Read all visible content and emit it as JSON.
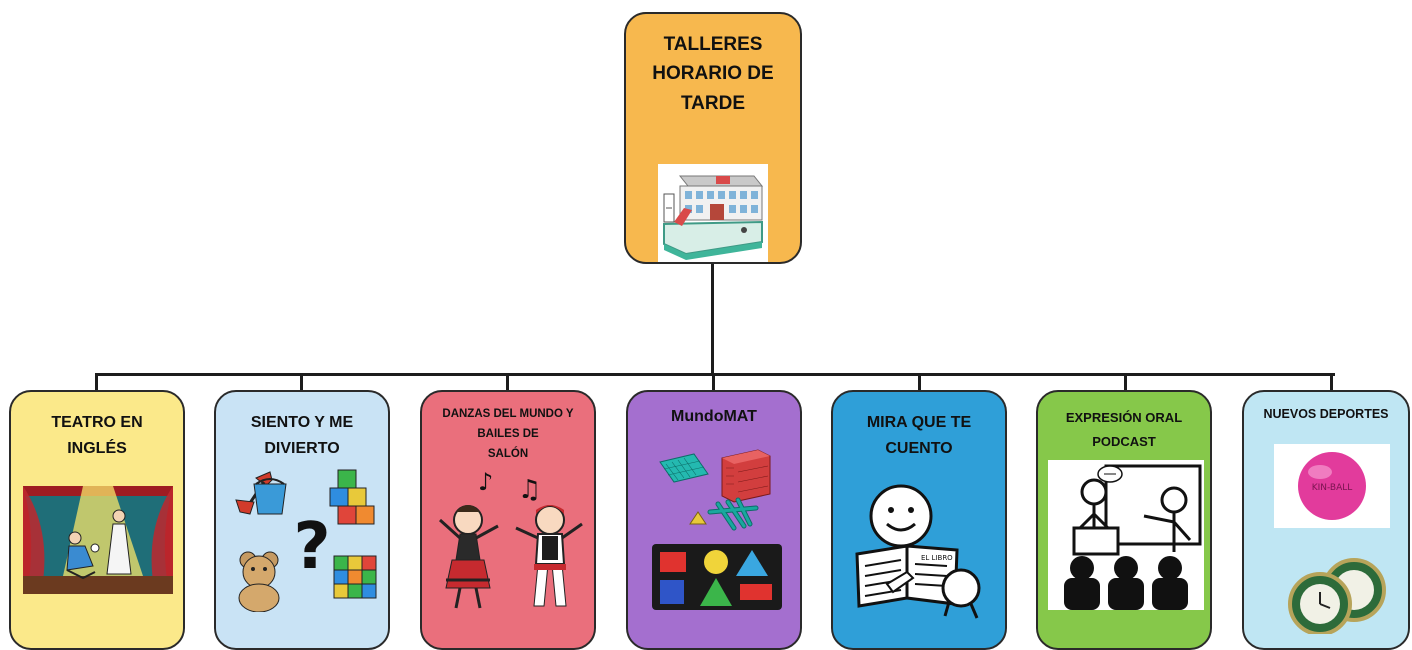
{
  "root": {
    "title": "TALLERES\nHORARIO DE\nTARDE",
    "color": "#f7b84e",
    "picture": "school-building-icon"
  },
  "workshops": [
    {
      "title": "TEATRO EN\nINGLÉS",
      "color": "#fbe98a",
      "picture": "theater-stage-icon"
    },
    {
      "title": "SIENTO Y ME\nDIVIERTO",
      "color": "#c9e3f5",
      "picture": "toys-question-icon"
    },
    {
      "title": "DANZAS DEL MUNDO Y\nBAILES DE\nSALÓN",
      "color": "#ea6f7c",
      "picture": "dancers-icon"
    },
    {
      "title": "MundoMAT",
      "color": "#a46fcf",
      "picture": "math-manipulatives-icon"
    },
    {
      "title": "MIRA QUE TE\nCUENTO",
      "color": "#2f9fd8",
      "picture": "storybook-reader-icon"
    },
    {
      "title": "EXPRESIÓN ORAL\nPODCAST",
      "color": "#86c84a",
      "picture": "podcast-presenter-icon"
    },
    {
      "title": "NUEVOS DEPORTES",
      "color": "#bfe6f3",
      "picture": "kinball-sport-icon"
    }
  ],
  "kinball_label": "KIN-BALL",
  "book_label": "EL LIBRO"
}
